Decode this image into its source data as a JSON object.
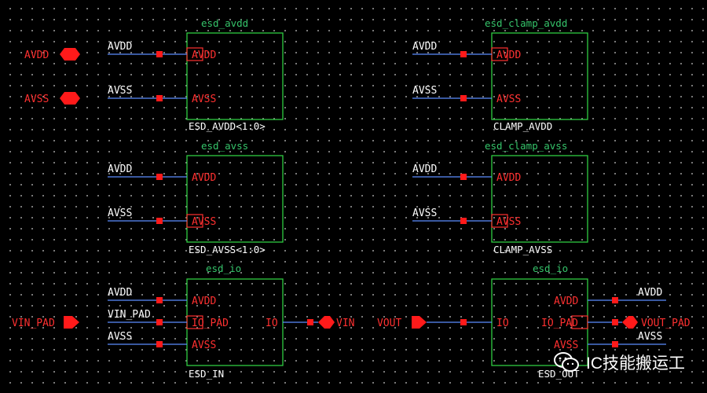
{
  "pins": {
    "avdd": "AVDD",
    "avss": "AVSS",
    "vin_pad": "VIN_PAD",
    "vout": "VOUT",
    "vout_pad": "VOUT_PAD",
    "vin": "VIN"
  },
  "wire_labels": {
    "avdd": "AVDD",
    "avss": "AVSS",
    "vin_pad": "VIN_PAD"
  },
  "blocks": {
    "esd_avdd": {
      "cell": "esd_avdd",
      "instance": "ESD_AVDD<1:0>",
      "pin_top": "AVDD",
      "pin_bot": "AVSS"
    },
    "esd_clamp_avdd": {
      "cell": "esd_clamp_avdd",
      "instance": "CLAMP_AVDD",
      "pin_top": "AVDD",
      "pin_bot": "AVSS"
    },
    "esd_avss": {
      "cell": "esd_avss",
      "instance": "ESD_AVSS<1:0>",
      "pin_top": "AVDD",
      "pin_bot": "AVSS"
    },
    "esd_clamp_avss": {
      "cell": "esd_clamp_avss",
      "instance": "CLAMP_AVSS",
      "pin_top": "AVDD",
      "pin_bot": "AVSS"
    },
    "esd_in": {
      "cell": "esd_io",
      "instance": "ESD_IN",
      "pin_top": "AVDD",
      "pin_mid": "IO_PAD",
      "pin_bot": "AVSS",
      "pin_right": "IO"
    },
    "esd_out": {
      "cell": "esd_io",
      "instance": "ESD_OUT",
      "pin_top": "AVDD",
      "pin_mid": "IO_PAD",
      "pin_bot": "AVSS",
      "pin_left": "IO"
    }
  },
  "watermark": "IC技能搬运工",
  "colors": {
    "wire": "#5b8cff",
    "block": "#2ecc40",
    "pin": "#ff2a2a",
    "cell_name": "#35c46a",
    "text": "#ffffff"
  }
}
